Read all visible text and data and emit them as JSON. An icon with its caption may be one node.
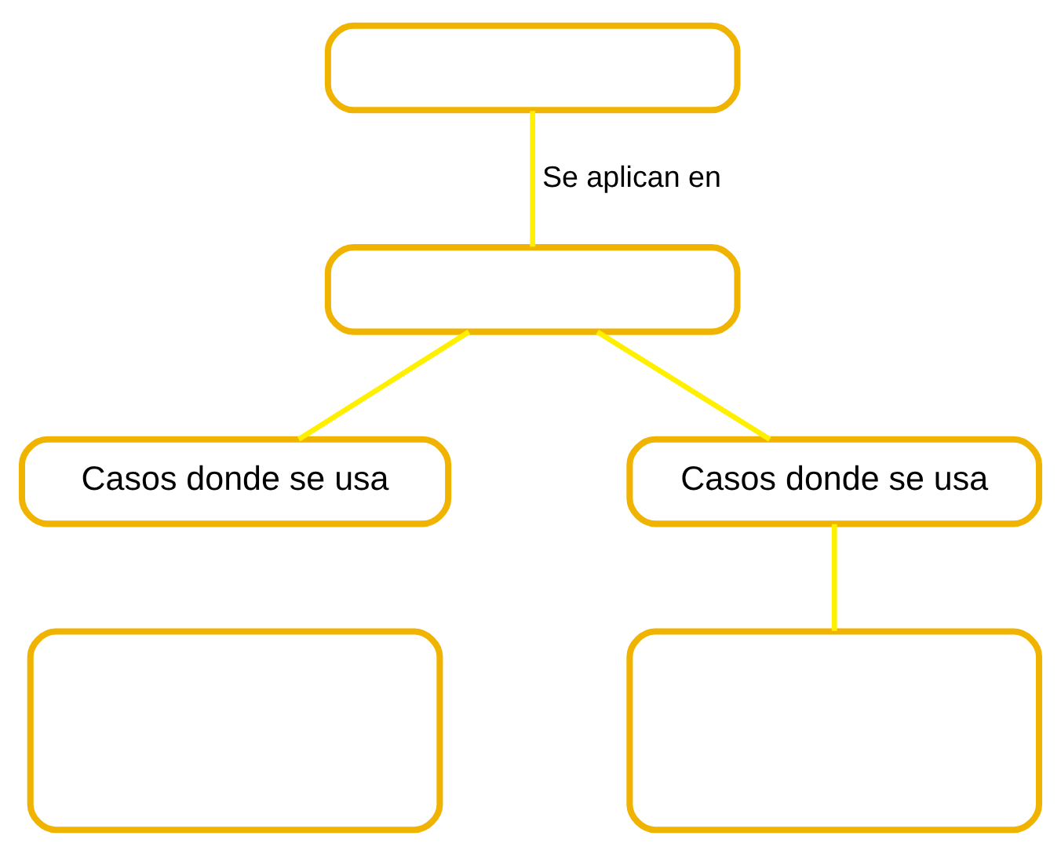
{
  "diagram": {
    "nodes": [
      {
        "text": [],
        "shape": "box"
      },
      {
        "text": [],
        "shape": "box"
      },
      {
        "text": [
          "Casos donde se usa"
        ]
      },
      {
        "text": [
          "Casos donde se usa"
        ]
      },
      {
        "text": [],
        "shape": "box"
      },
      {
        "text": [],
        "shape": "box"
      }
    ],
    "edges": [
      {
        "from": 0,
        "to": 1,
        "arrow": "none",
        "label": "Se aplican en"
      },
      {
        "from": 1,
        "to": 2,
        "arrow": "none"
      },
      {
        "from": 1,
        "to": 3,
        "arrow": "none"
      },
      {
        "from": 3,
        "to": 5,
        "arrow": "none"
      }
    ]
  }
}
